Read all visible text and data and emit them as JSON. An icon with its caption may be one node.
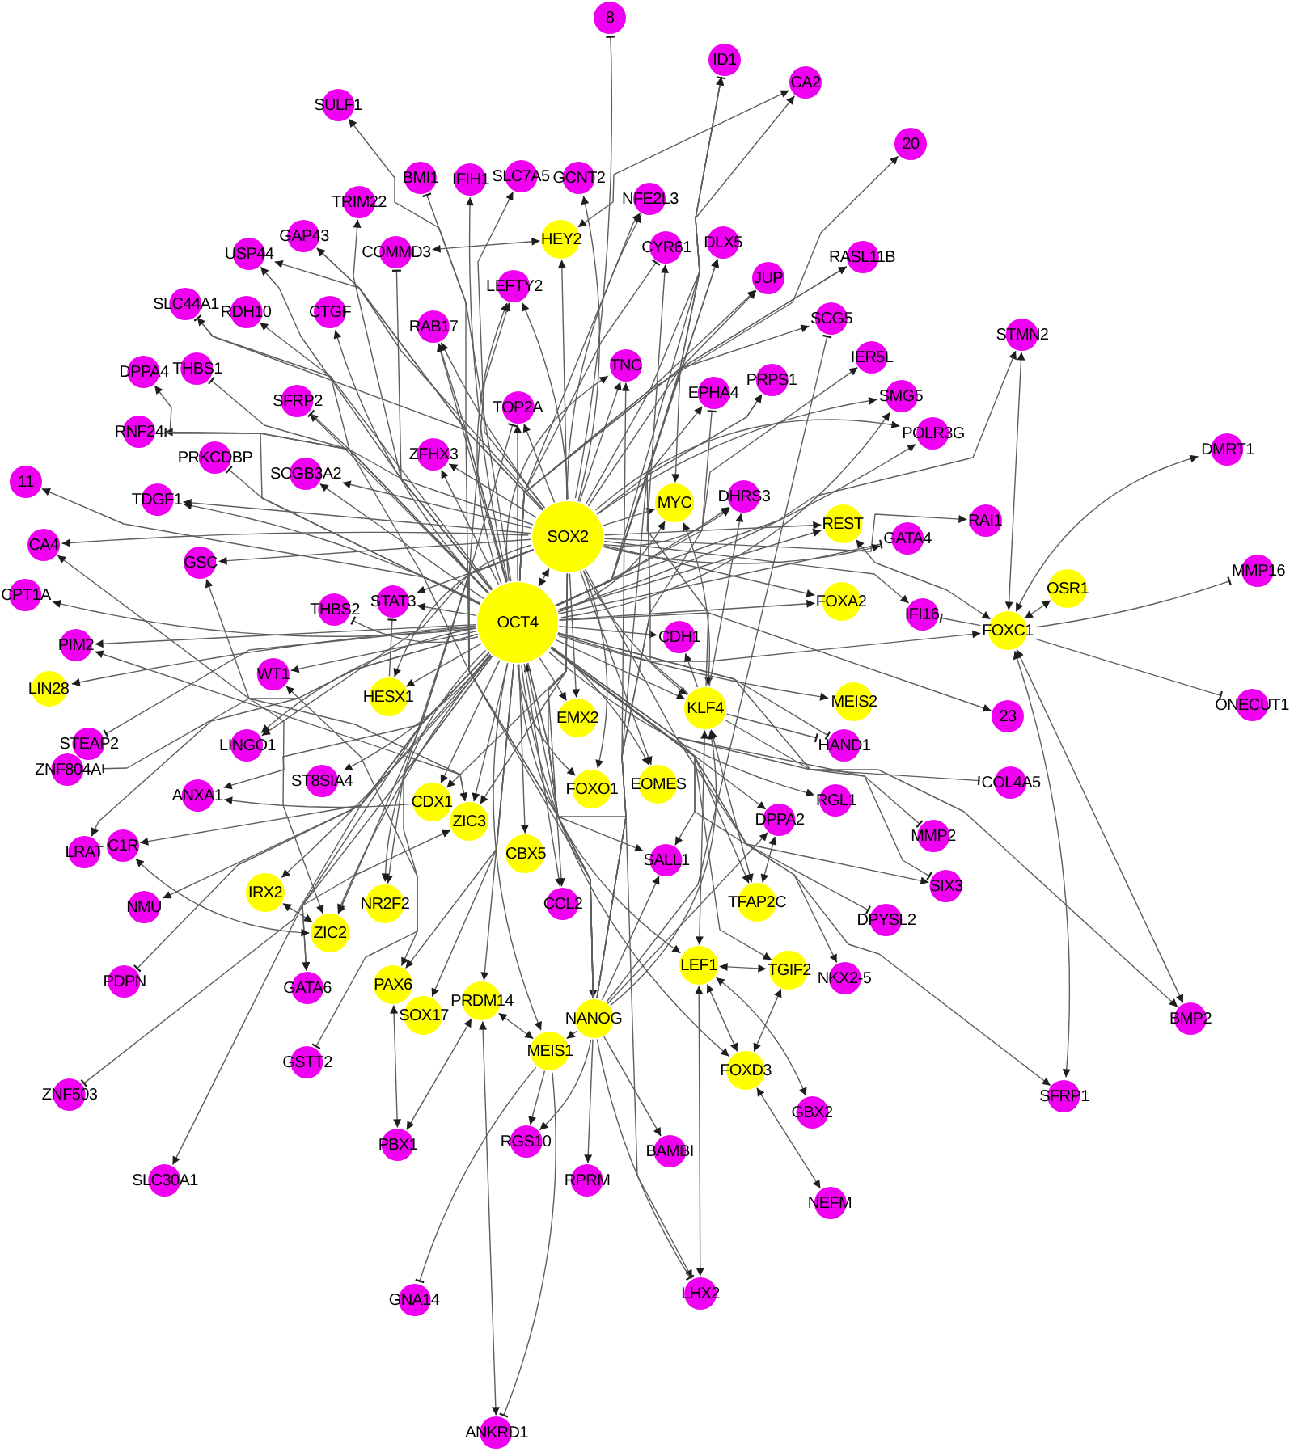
{
  "diagram": {
    "nodes": [
      {
        "text": [
          "8"
        ]
      },
      {
        "text": [
          "ID1"
        ]
      },
      {
        "text": [
          "CA2"
        ]
      },
      {
        "text": [
          "SULF1"
        ]
      },
      {
        "text": [
          "20"
        ]
      },
      {
        "text": [
          "BMI1"
        ]
      },
      {
        "text": [
          "IFIH1"
        ]
      },
      {
        "text": [
          "SLC7A5"
        ]
      },
      {
        "text": [
          "GCNT2"
        ]
      },
      {
        "text": [
          "NFE2L3"
        ]
      },
      {
        "text": [
          "TRIM22"
        ]
      },
      {
        "text": [
          "GAP43"
        ]
      },
      {
        "text": [
          "HEY2"
        ]
      },
      {
        "text": [
          "COMMD3"
        ]
      },
      {
        "text": [
          "USP44"
        ]
      },
      {
        "text": [
          "CYR61"
        ]
      },
      {
        "text": [
          "DLX5"
        ]
      },
      {
        "text": [
          "RASL11B"
        ]
      },
      {
        "text": [
          "JUP"
        ]
      },
      {
        "text": [
          "LEFTY2"
        ]
      },
      {
        "text": [
          "SLC44A1"
        ]
      },
      {
        "text": [
          "RDH10"
        ]
      },
      {
        "text": [
          "CTGF"
        ]
      },
      {
        "text": [
          "RAB17"
        ]
      },
      {
        "text": [
          "SCG5"
        ]
      },
      {
        "text": [
          "STMN2"
        ]
      },
      {
        "text": [
          "IER5L"
        ]
      },
      {
        "text": [
          "TNC"
        ]
      },
      {
        "text": [
          "THBS1"
        ]
      },
      {
        "text": [
          "DPPA4"
        ]
      },
      {
        "text": [
          "EPHA4"
        ]
      },
      {
        "text": [
          "PRPS1"
        ]
      },
      {
        "text": [
          "SMG5"
        ]
      },
      {
        "text": [
          "SFRP2"
        ]
      },
      {
        "text": [
          "TOP2A"
        ]
      },
      {
        "text": [
          "RNF24"
        ]
      },
      {
        "text": [
          "POLR3G"
        ]
      },
      {
        "text": [
          "DMRT1"
        ]
      },
      {
        "text": [
          "ZFHX3"
        ]
      },
      {
        "text": [
          "PRKCDBP"
        ]
      },
      {
        "text": [
          "SCGB3A2"
        ]
      },
      {
        "text": [
          "11"
        ]
      },
      {
        "text": [
          "DHRS3"
        ]
      },
      {
        "text": [
          "TDGF1"
        ]
      },
      {
        "text": [
          "MYC"
        ]
      },
      {
        "text": [
          "RAI1"
        ]
      },
      {
        "text": [
          "REST"
        ]
      },
      {
        "text": [
          "SOX2"
        ]
      },
      {
        "text": [
          "GATA4"
        ]
      },
      {
        "text": [
          "CA4"
        ]
      },
      {
        "text": [
          "GSC"
        ]
      },
      {
        "text": [
          "MMP16"
        ]
      },
      {
        "text": [
          "CPT1A"
        ]
      },
      {
        "text": [
          "OSR1"
        ]
      },
      {
        "text": [
          "STAT3"
        ]
      },
      {
        "text": [
          "FOXA2"
        ]
      },
      {
        "text": [
          "THBS2"
        ]
      },
      {
        "text": [
          "IFI16"
        ]
      },
      {
        "text": [
          "OCT4"
        ]
      },
      {
        "text": [
          "FOXC1"
        ]
      },
      {
        "text": [
          "CDH1"
        ]
      },
      {
        "text": [
          "PIM2"
        ]
      },
      {
        "text": [
          "WT1"
        ]
      },
      {
        "text": [
          "LIN28"
        ]
      },
      {
        "text": [
          "HESX1"
        ]
      },
      {
        "text": [
          "MEIS2"
        ]
      },
      {
        "text": [
          "ONECUT1"
        ]
      },
      {
        "text": [
          "KLF4"
        ]
      },
      {
        "text": [
          "23"
        ]
      },
      {
        "text": [
          "EMX2"
        ]
      },
      {
        "text": [
          "STEAP2"
        ]
      },
      {
        "text": [
          "LINGO1"
        ]
      },
      {
        "text": [
          "HAND1"
        ]
      },
      {
        "text": [
          "ZNF804A"
        ]
      },
      {
        "text": [
          "ST8SIA4"
        ]
      },
      {
        "text": [
          "COL4A5"
        ]
      },
      {
        "text": [
          "EOMES"
        ]
      },
      {
        "text": [
          "FOXO1"
        ]
      },
      {
        "text": [
          "ANXA1"
        ]
      },
      {
        "text": [
          "RGL1"
        ]
      },
      {
        "text": [
          "CDX1"
        ]
      },
      {
        "text": [
          "DPPA2"
        ]
      },
      {
        "text": [
          "ZIC3"
        ]
      },
      {
        "text": [
          "MMP2"
        ]
      },
      {
        "text": [
          "C1R"
        ]
      },
      {
        "text": [
          "LRAT"
        ]
      },
      {
        "text": [
          "CBX5"
        ]
      },
      {
        "text": [
          "SALL1"
        ]
      },
      {
        "text": [
          "SIX3"
        ]
      },
      {
        "text": [
          "IRX2"
        ]
      },
      {
        "text": [
          "NR2F2"
        ]
      },
      {
        "text": [
          "TFAP2C"
        ]
      },
      {
        "text": [
          "CCL2"
        ]
      },
      {
        "text": [
          "NMU"
        ]
      },
      {
        "text": [
          "DPYSL2"
        ]
      },
      {
        "text": [
          "ZIC2"
        ]
      },
      {
        "text": [
          "LEF1"
        ]
      },
      {
        "text": [
          "TGIF2"
        ]
      },
      {
        "text": [
          "NKX2-5"
        ]
      },
      {
        "text": [
          "PDPN"
        ]
      },
      {
        "text": [
          "PAX6"
        ]
      },
      {
        "text": [
          "GATA6"
        ]
      },
      {
        "text": [
          "PRDM14"
        ]
      },
      {
        "text": [
          "SOX17"
        ]
      },
      {
        "text": [
          "NANOG"
        ]
      },
      {
        "text": [
          "BMP2"
        ]
      },
      {
        "text": [
          "MEIS1"
        ]
      },
      {
        "text": [
          "GSTT2"
        ]
      },
      {
        "text": [
          "FOXD3"
        ]
      },
      {
        "text": [
          "ZNF503"
        ]
      },
      {
        "text": [
          "SFRP1"
        ]
      },
      {
        "text": [
          "GBX2"
        ]
      },
      {
        "text": [
          "RGS10"
        ]
      },
      {
        "text": [
          "PBX1"
        ]
      },
      {
        "text": [
          "BAMBI"
        ]
      },
      {
        "text": [
          "RPRM"
        ]
      },
      {
        "text": [
          "SLC30A1"
        ]
      },
      {
        "text": [
          "NEFM"
        ]
      },
      {
        "text": [
          "LHX2"
        ]
      },
      {
        "text": [
          "GNA14"
        ]
      },
      {
        "text": [
          "ANKRD1"
        ]
      }
    ],
    "edges": [
      {
        "from": 47,
        "to": 58,
        "arrow": "both"
      },
      {
        "from": 58,
        "to": 104,
        "arrow": "both"
      },
      {
        "from": 47,
        "to": 104,
        "arrow": "to"
      },
      {
        "from": 58,
        "to": 44,
        "arrow": "to"
      },
      {
        "from": 47,
        "to": 44,
        "arrow": "to"
      },
      {
        "from": 58,
        "to": 55,
        "arrow": "to"
      },
      {
        "from": 47,
        "to": 55,
        "arrow": "to"
      },
      {
        "from": 58,
        "to": 59,
        "arrow": "to"
      },
      {
        "from": 58,
        "to": 64,
        "arrow": "to"
      },
      {
        "from": 47,
        "to": 64,
        "arrow": "to"
      },
      {
        "from": 58,
        "to": 65,
        "arrow": "to"
      },
      {
        "from": 58,
        "to": 67,
        "arrow": "to"
      },
      {
        "from": 47,
        "to": 67,
        "arrow": "to"
      },
      {
        "from": 104,
        "to": 67,
        "arrow": "to"
      },
      {
        "from": 44,
        "to": 67,
        "arrow": "both"
      },
      {
        "from": 58,
        "to": 69,
        "arrow": "to"
      },
      {
        "from": 47,
        "to": 69,
        "arrow": "to"
      },
      {
        "from": 58,
        "to": 76,
        "arrow": "to"
      },
      {
        "from": 47,
        "to": 76,
        "arrow": "to"
      },
      {
        "from": 58,
        "to": 77,
        "arrow": "to"
      },
      {
        "from": 47,
        "to": 77,
        "arrow": "to"
      },
      {
        "from": 58,
        "to": 80,
        "arrow": "to"
      },
      {
        "from": 47,
        "to": 80,
        "arrow": "to"
      },
      {
        "from": 58,
        "to": 82,
        "arrow": "to"
      },
      {
        "from": 47,
        "to": 82,
        "arrow": "to"
      },
      {
        "from": 58,
        "to": 86,
        "arrow": "to"
      },
      {
        "from": 58,
        "to": 89,
        "arrow": "to"
      },
      {
        "from": 58,
        "to": 90,
        "arrow": "to"
      },
      {
        "from": 47,
        "to": 90,
        "arrow": "to"
      },
      {
        "from": 58,
        "to": 91,
        "arrow": "to"
      },
      {
        "from": 67,
        "to": 91,
        "arrow": "both"
      },
      {
        "from": 58,
        "to": 95,
        "arrow": "to"
      },
      {
        "from": 47,
        "to": 95,
        "arrow": "to"
      },
      {
        "from": 58,
        "to": 96,
        "arrow": "to"
      },
      {
        "from": 67,
        "to": 96,
        "arrow": "both"
      },
      {
        "from": 58,
        "to": 97,
        "arrow": "to"
      },
      {
        "from": 58,
        "to": 100,
        "arrow": "to"
      },
      {
        "from": 58,
        "to": 102,
        "arrow": "to"
      },
      {
        "from": 58,
        "to": 103,
        "arrow": "to"
      },
      {
        "from": 58,
        "to": 106,
        "arrow": "to"
      },
      {
        "from": 104,
        "to": 106,
        "arrow": "to"
      },
      {
        "from": 102,
        "to": 106,
        "arrow": "both"
      },
      {
        "from": 58,
        "to": 108,
        "arrow": "to"
      },
      {
        "from": 96,
        "to": 108,
        "arrow": "both"
      },
      {
        "from": 47,
        "to": 12,
        "arrow": "to"
      },
      {
        "from": 47,
        "to": 46,
        "arrow": "to"
      },
      {
        "from": 59,
        "to": 46,
        "arrow": "both"
      },
      {
        "from": 59,
        "to": 53,
        "arrow": "both"
      },
      {
        "from": 96,
        "to": 97,
        "arrow": "both"
      },
      {
        "from": 108,
        "to": 97,
        "arrow": "both"
      },
      {
        "from": 95,
        "to": 89,
        "arrow": "both"
      },
      {
        "from": 58,
        "to": 1,
        "arrow": "to"
      },
      {
        "from": 58,
        "to": 3,
        "arrow": "to"
      },
      {
        "from": 58,
        "to": 4,
        "arrow": "to"
      },
      {
        "from": 58,
        "to": 6,
        "arrow": "to"
      },
      {
        "from": 58,
        "to": 9,
        "arrow": "to"
      },
      {
        "from": 58,
        "to": 10,
        "arrow": "to"
      },
      {
        "from": 58,
        "to": 11,
        "arrow": "to"
      },
      {
        "from": 58,
        "to": 14,
        "arrow": "to"
      },
      {
        "from": 58,
        "to": 16,
        "arrow": "to"
      },
      {
        "from": 58,
        "to": 17,
        "arrow": "to"
      },
      {
        "from": 58,
        "to": 18,
        "arrow": "to"
      },
      {
        "from": 58,
        "to": 19,
        "arrow": "to"
      },
      {
        "from": 58,
        "to": 21,
        "arrow": "to"
      },
      {
        "from": 58,
        "to": 22,
        "arrow": "to"
      },
      {
        "from": 58,
        "to": 23,
        "arrow": "to"
      },
      {
        "from": 58,
        "to": 24,
        "arrow": "to"
      },
      {
        "from": 58,
        "to": 25,
        "arrow": "to"
      },
      {
        "from": 58,
        "to": 26,
        "arrow": "to"
      },
      {
        "from": 58,
        "to": 27,
        "arrow": "to"
      },
      {
        "from": 58,
        "to": 29,
        "arrow": "to"
      },
      {
        "from": 58,
        "to": 30,
        "arrow": "to"
      },
      {
        "from": 58,
        "to": 31,
        "arrow": "to"
      },
      {
        "from": 58,
        "to": 32,
        "arrow": "to"
      },
      {
        "from": 58,
        "to": 33,
        "arrow": "to"
      },
      {
        "from": 58,
        "to": 34,
        "arrow": "to"
      },
      {
        "from": 58,
        "to": 35,
        "arrow": "to"
      },
      {
        "from": 58,
        "to": 36,
        "arrow": "to"
      },
      {
        "from": 58,
        "to": 38,
        "arrow": "to"
      },
      {
        "from": 58,
        "to": 40,
        "arrow": "to"
      },
      {
        "from": 58,
        "to": 41,
        "arrow": "to"
      },
      {
        "from": 58,
        "to": 42,
        "arrow": "to"
      },
      {
        "from": 58,
        "to": 43,
        "arrow": "to"
      },
      {
        "from": 58,
        "to": 46,
        "arrow": "to"
      },
      {
        "from": 58,
        "to": 52,
        "arrow": "to"
      },
      {
        "from": 58,
        "to": 54,
        "arrow": "to"
      },
      {
        "from": 58,
        "to": 60,
        "arrow": "to"
      },
      {
        "from": 58,
        "to": 61,
        "arrow": "to"
      },
      {
        "from": 58,
        "to": 62,
        "arrow": "to"
      },
      {
        "from": 58,
        "to": 63,
        "arrow": "to"
      },
      {
        "from": 58,
        "to": 68,
        "arrow": "to"
      },
      {
        "from": 58,
        "to": 71,
        "arrow": "to"
      },
      {
        "from": 58,
        "to": 74,
        "arrow": "to"
      },
      {
        "from": 58,
        "to": 78,
        "arrow": "to"
      },
      {
        "from": 58,
        "to": 79,
        "arrow": "to"
      },
      {
        "from": 58,
        "to": 81,
        "arrow": "to"
      },
      {
        "from": 58,
        "to": 84,
        "arrow": "to"
      },
      {
        "from": 58,
        "to": 85,
        "arrow": "to"
      },
      {
        "from": 58,
        "to": 87,
        "arrow": "to"
      },
      {
        "from": 58,
        "to": 88,
        "arrow": "to"
      },
      {
        "from": 58,
        "to": 92,
        "arrow": "to"
      },
      {
        "from": 58,
        "to": 93,
        "arrow": "to"
      },
      {
        "from": 58,
        "to": 98,
        "arrow": "to"
      },
      {
        "from": 58,
        "to": 101,
        "arrow": "to"
      },
      {
        "from": 58,
        "to": 105,
        "arrow": "to"
      },
      {
        "from": 58,
        "to": 110,
        "arrow": "to"
      },
      {
        "from": 58,
        "to": 118,
        "arrow": "to"
      },
      {
        "from": 58,
        "to": 5,
        "arrow": "other"
      },
      {
        "from": 58,
        "to": 13,
        "arrow": "other"
      },
      {
        "from": 58,
        "to": 15,
        "arrow": "other"
      },
      {
        "from": 58,
        "to": 20,
        "arrow": "other"
      },
      {
        "from": 58,
        "to": 28,
        "arrow": "other"
      },
      {
        "from": 58,
        "to": 39,
        "arrow": "other"
      },
      {
        "from": 58,
        "to": 48,
        "arrow": "other"
      },
      {
        "from": 58,
        "to": 56,
        "arrow": "other"
      },
      {
        "from": 58,
        "to": 70,
        "arrow": "other"
      },
      {
        "from": 58,
        "to": 72,
        "arrow": "other"
      },
      {
        "from": 58,
        "to": 73,
        "arrow": "other"
      },
      {
        "from": 58,
        "to": 75,
        "arrow": "other"
      },
      {
        "from": 58,
        "to": 83,
        "arrow": "other"
      },
      {
        "from": 58,
        "to": 94,
        "arrow": "other"
      },
      {
        "from": 58,
        "to": 99,
        "arrow": "other"
      },
      {
        "from": 58,
        "to": 107,
        "arrow": "other"
      },
      {
        "from": 58,
        "to": 109,
        "arrow": "other"
      },
      {
        "from": 47,
        "to": 7,
        "arrow": "to"
      },
      {
        "from": 47,
        "to": 8,
        "arrow": "to"
      },
      {
        "from": 47,
        "to": 9,
        "arrow": "to"
      },
      {
        "from": 47,
        "to": 11,
        "arrow": "to"
      },
      {
        "from": 47,
        "to": 14,
        "arrow": "to"
      },
      {
        "from": 47,
        "to": 17,
        "arrow": "to"
      },
      {
        "from": 47,
        "to": 19,
        "arrow": "to"
      },
      {
        "from": 47,
        "to": 20,
        "arrow": "to"
      },
      {
        "from": 47,
        "to": 23,
        "arrow": "to"
      },
      {
        "from": 47,
        "to": 27,
        "arrow": "to"
      },
      {
        "from": 47,
        "to": 31,
        "arrow": "to"
      },
      {
        "from": 47,
        "to": 32,
        "arrow": "to"
      },
      {
        "from": 47,
        "to": 34,
        "arrow": "to"
      },
      {
        "from": 47,
        "to": 36,
        "arrow": "to"
      },
      {
        "from": 47,
        "to": 38,
        "arrow": "to"
      },
      {
        "from": 47,
        "to": 40,
        "arrow": "to"
      },
      {
        "from": 47,
        "to": 42,
        "arrow": "to"
      },
      {
        "from": 47,
        "to": 43,
        "arrow": "to"
      },
      {
        "from": 47,
        "to": 45,
        "arrow": "to"
      },
      {
        "from": 47,
        "to": 48,
        "arrow": "to"
      },
      {
        "from": 47,
        "to": 49,
        "arrow": "to"
      },
      {
        "from": 47,
        "to": 50,
        "arrow": "to"
      },
      {
        "from": 47,
        "to": 54,
        "arrow": "to"
      },
      {
        "from": 47,
        "to": 57,
        "arrow": "to"
      },
      {
        "from": 47,
        "to": 71,
        "arrow": "to"
      },
      {
        "from": 47,
        "to": 87,
        "arrow": "to"
      },
      {
        "from": 47,
        "to": 92,
        "arrow": "to"
      },
      {
        "from": 47,
        "to": 101,
        "arrow": "to"
      },
      {
        "from": 47,
        "to": 0,
        "arrow": "other"
      },
      {
        "from": 47,
        "to": 1,
        "arrow": "other"
      },
      {
        "from": 47,
        "to": 35,
        "arrow": "other"
      },
      {
        "from": 104,
        "to": 16,
        "arrow": "to"
      },
      {
        "from": 104,
        "to": 18,
        "arrow": "to"
      },
      {
        "from": 104,
        "to": 19,
        "arrow": "to"
      },
      {
        "from": 104,
        "to": 23,
        "arrow": "to"
      },
      {
        "from": 104,
        "to": 27,
        "arrow": "to"
      },
      {
        "from": 104,
        "to": 81,
        "arrow": "to"
      },
      {
        "from": 104,
        "to": 87,
        "arrow": "to"
      },
      {
        "from": 104,
        "to": 112,
        "arrow": "to"
      },
      {
        "from": 104,
        "to": 114,
        "arrow": "to"
      },
      {
        "from": 104,
        "to": 115,
        "arrow": "to"
      },
      {
        "from": 104,
        "to": 24,
        "arrow": "other"
      },
      {
        "from": 104,
        "to": 30,
        "arrow": "other"
      },
      {
        "from": 104,
        "to": 33,
        "arrow": "other"
      },
      {
        "from": 104,
        "to": 34,
        "arrow": "other"
      },
      {
        "from": 104,
        "to": 118,
        "arrow": "other"
      },
      {
        "from": 67,
        "to": 1,
        "arrow": "to"
      },
      {
        "from": 67,
        "to": 15,
        "arrow": "to"
      },
      {
        "from": 67,
        "to": 42,
        "arrow": "to"
      },
      {
        "from": 67,
        "to": 60,
        "arrow": "to"
      },
      {
        "from": 67,
        "to": 72,
        "arrow": "other"
      },
      {
        "from": 67,
        "to": 88,
        "arrow": "other"
      },
      {
        "from": 59,
        "to": 25,
        "arrow": "both"
      },
      {
        "from": 59,
        "to": 37,
        "arrow": "both"
      },
      {
        "from": 59,
        "to": 51,
        "arrow": "other"
      },
      {
        "from": 59,
        "to": 57,
        "arrow": "other"
      },
      {
        "from": 59,
        "to": 66,
        "arrow": "other"
      },
      {
        "from": 59,
        "to": 105,
        "arrow": "both"
      },
      {
        "from": 59,
        "to": 110,
        "arrow": "both"
      },
      {
        "from": 12,
        "to": 2,
        "arrow": "both"
      },
      {
        "from": 12,
        "to": 13,
        "arrow": "both"
      },
      {
        "from": 44,
        "to": 2,
        "arrow": "both"
      },
      {
        "from": 82,
        "to": 49,
        "arrow": "both"
      },
      {
        "from": 82,
        "to": 116,
        "arrow": "both"
      },
      {
        "from": 82,
        "to": 61,
        "arrow": "both"
      },
      {
        "from": 95,
        "to": 50,
        "arrow": "both"
      },
      {
        "from": 95,
        "to": 84,
        "arrow": "both"
      },
      {
        "from": 64,
        "to": 54,
        "arrow": "other"
      },
      {
        "from": 100,
        "to": 62,
        "arrow": "both"
      },
      {
        "from": 100,
        "to": 113,
        "arrow": "both"
      },
      {
        "from": 80,
        "to": 78,
        "arrow": "to"
      },
      {
        "from": 102,
        "to": 113,
        "arrow": "both"
      },
      {
        "from": 102,
        "to": 120,
        "arrow": "both"
      },
      {
        "from": 106,
        "to": 112,
        "arrow": "to"
      },
      {
        "from": 106,
        "to": 119,
        "arrow": "other"
      },
      {
        "from": 106,
        "to": 120,
        "arrow": "other"
      },
      {
        "from": 96,
        "to": 111,
        "arrow": "both"
      },
      {
        "from": 96,
        "to": 118,
        "arrow": "both"
      },
      {
        "from": 108,
        "to": 117,
        "arrow": "both"
      },
      {
        "from": 91,
        "to": 81,
        "arrow": "both"
      }
    ]
  }
}
